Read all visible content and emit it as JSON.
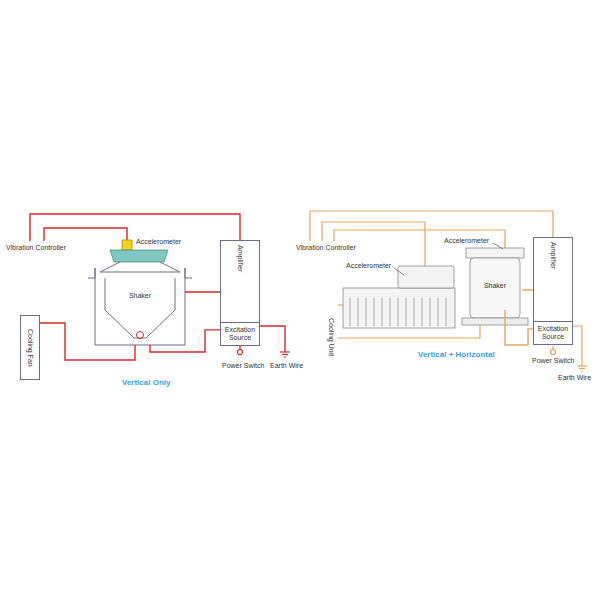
{
  "diagram": {
    "nodes": [
      {
        "text": [
          "Shaker"
        ]
      },
      {
        "text": [
          "Amplifier"
        ]
      },
      {
        "text": [
          "Excitation Source"
        ],
        "in": 1
      },
      {
        "text": [
          "Cooling Fan"
        ]
      },
      {
        "text": [
          "Shaker"
        ]
      },
      {
        "text": [
          "Amplifier"
        ]
      },
      {
        "text": [
          "Excitation Source"
        ],
        "in": 5
      }
    ],
    "edges": [
      {
        "from": 3,
        "to": 0,
        "arrow": "none"
      },
      {
        "from": 0,
        "to": 1,
        "arrow": "none"
      },
      {
        "from": 2,
        "to": 0,
        "arrow": "none"
      },
      {
        "from": 4,
        "to": 5,
        "arrow": "none"
      },
      {
        "from": 6,
        "to": 4,
        "arrow": "none"
      }
    ],
    "labels": [
      "Vibration Controller",
      "Accelerometer",
      "Power Switch",
      "Earth Wire",
      "Vertical Only",
      "Vibration Controller",
      "Accelerometer",
      "Accelerometer",
      "Cooling Unit",
      "Power Switch",
      "Earth Wire",
      "Vertical + Horizontal"
    ]
  }
}
